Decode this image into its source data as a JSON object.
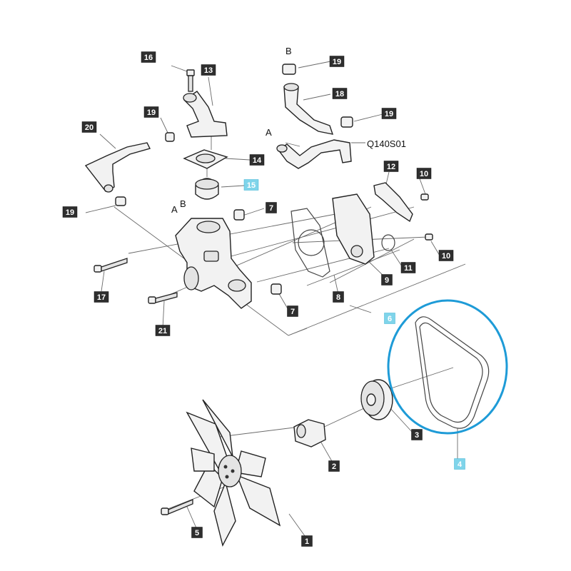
{
  "callouts": [
    {
      "id": "c16",
      "text": "16",
      "style": "dark"
    },
    {
      "id": "c13",
      "text": "13",
      "style": "dark"
    },
    {
      "id": "c19a",
      "text": "19",
      "style": "dark"
    },
    {
      "id": "c19b",
      "text": "19",
      "style": "dark"
    },
    {
      "id": "c19c",
      "text": "19",
      "style": "dark"
    },
    {
      "id": "c19d",
      "text": "19",
      "style": "dark"
    },
    {
      "id": "c18",
      "text": "18",
      "style": "dark"
    },
    {
      "id": "c20",
      "text": "20",
      "style": "dark"
    },
    {
      "id": "c14",
      "text": "14",
      "style": "dark"
    },
    {
      "id": "c15",
      "text": "15",
      "style": "light"
    },
    {
      "id": "c12",
      "text": "12",
      "style": "dark"
    },
    {
      "id": "c10a",
      "text": "10",
      "style": "dark"
    },
    {
      "id": "c10b",
      "text": "10",
      "style": "dark"
    },
    {
      "id": "c7a",
      "text": "7",
      "style": "dark"
    },
    {
      "id": "c7b",
      "text": "7",
      "style": "dark"
    },
    {
      "id": "c17",
      "text": "17",
      "style": "dark"
    },
    {
      "id": "c21",
      "text": "21",
      "style": "dark"
    },
    {
      "id": "c11",
      "text": "11",
      "style": "dark"
    },
    {
      "id": "c9",
      "text": "9",
      "style": "dark"
    },
    {
      "id": "c8",
      "text": "8",
      "style": "dark"
    },
    {
      "id": "c6",
      "text": "6",
      "style": "light"
    },
    {
      "id": "c3",
      "text": "3",
      "style": "dark"
    },
    {
      "id": "c4",
      "text": "4",
      "style": "light"
    },
    {
      "id": "c2",
      "text": "2",
      "style": "dark"
    },
    {
      "id": "c5",
      "text": "5",
      "style": "dark"
    },
    {
      "id": "c1",
      "text": "1",
      "style": "dark"
    }
  ],
  "labels": {
    "ref_b_top": "B",
    "ref_a_hose": "A",
    "ref_a_pump": "A",
    "ref_b_pump": "B",
    "part_code": "Q140S01"
  },
  "highlight_color": "#1e9bd7",
  "callout_dark_color": "#2e2e2e",
  "callout_light_color": "#7fd4ea"
}
